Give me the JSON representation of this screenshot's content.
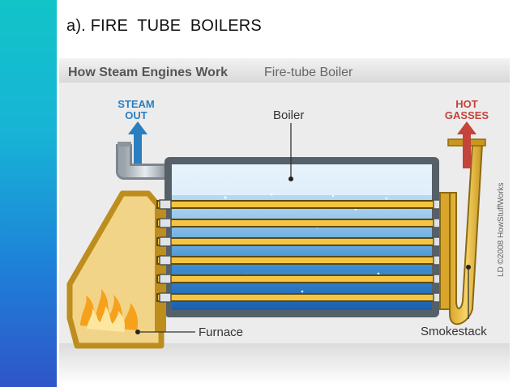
{
  "slide": {
    "title": "a). FIRE  TUBE  BOILERS"
  },
  "figure": {
    "header_bold": "How Steam Engines Work",
    "header_sub": "Fire-tube Boiler",
    "steam_out": [
      "STEAM",
      "OUT"
    ],
    "boiler_label": "Boiler",
    "hot_gasses": [
      "HOT",
      "GASSES"
    ],
    "furnace_label": "Furnace",
    "smokestack_label": "Smokestack",
    "credit": "LD ©2008 HowStuffWorks"
  },
  "colors": {
    "sidebar_top": "#12c4c8",
    "sidebar_bottom": "#2f55c8",
    "water_light": "#cfe6f7",
    "water_dark": "#1f68b4",
    "tube_gold": "#f5c542",
    "furnace_fill": "#f2d68a",
    "furnace_stroke": "#b88a18",
    "steam_arrow": "#2a7fc0",
    "gas_arrow": "#c4433a"
  }
}
